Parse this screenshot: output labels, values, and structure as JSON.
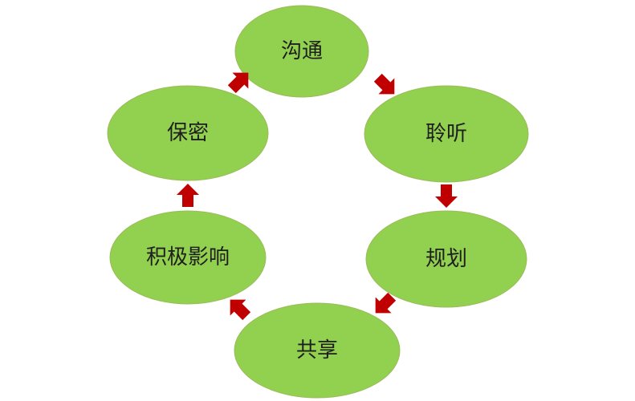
{
  "diagram": {
    "type": "cycle",
    "colors": {
      "node_fill": "#92D050",
      "node_stroke": "#9BBB59",
      "arrow_fill": "#C00000",
      "label_color": "#1f1f1f"
    },
    "nodes": [
      {
        "id": "communicate",
        "label": "沟通"
      },
      {
        "id": "listen",
        "label": "聆听"
      },
      {
        "id": "plan",
        "label": "规划"
      },
      {
        "id": "share",
        "label": "共享"
      },
      {
        "id": "influence",
        "label": "积极影响"
      },
      {
        "id": "confidential",
        "label": "保密"
      }
    ],
    "edges": [
      {
        "from": "communicate",
        "to": "listen"
      },
      {
        "from": "listen",
        "to": "plan"
      },
      {
        "from": "plan",
        "to": "share"
      },
      {
        "from": "share",
        "to": "influence"
      },
      {
        "from": "influence",
        "to": "confidential"
      },
      {
        "from": "confidential",
        "to": "communicate"
      }
    ]
  }
}
